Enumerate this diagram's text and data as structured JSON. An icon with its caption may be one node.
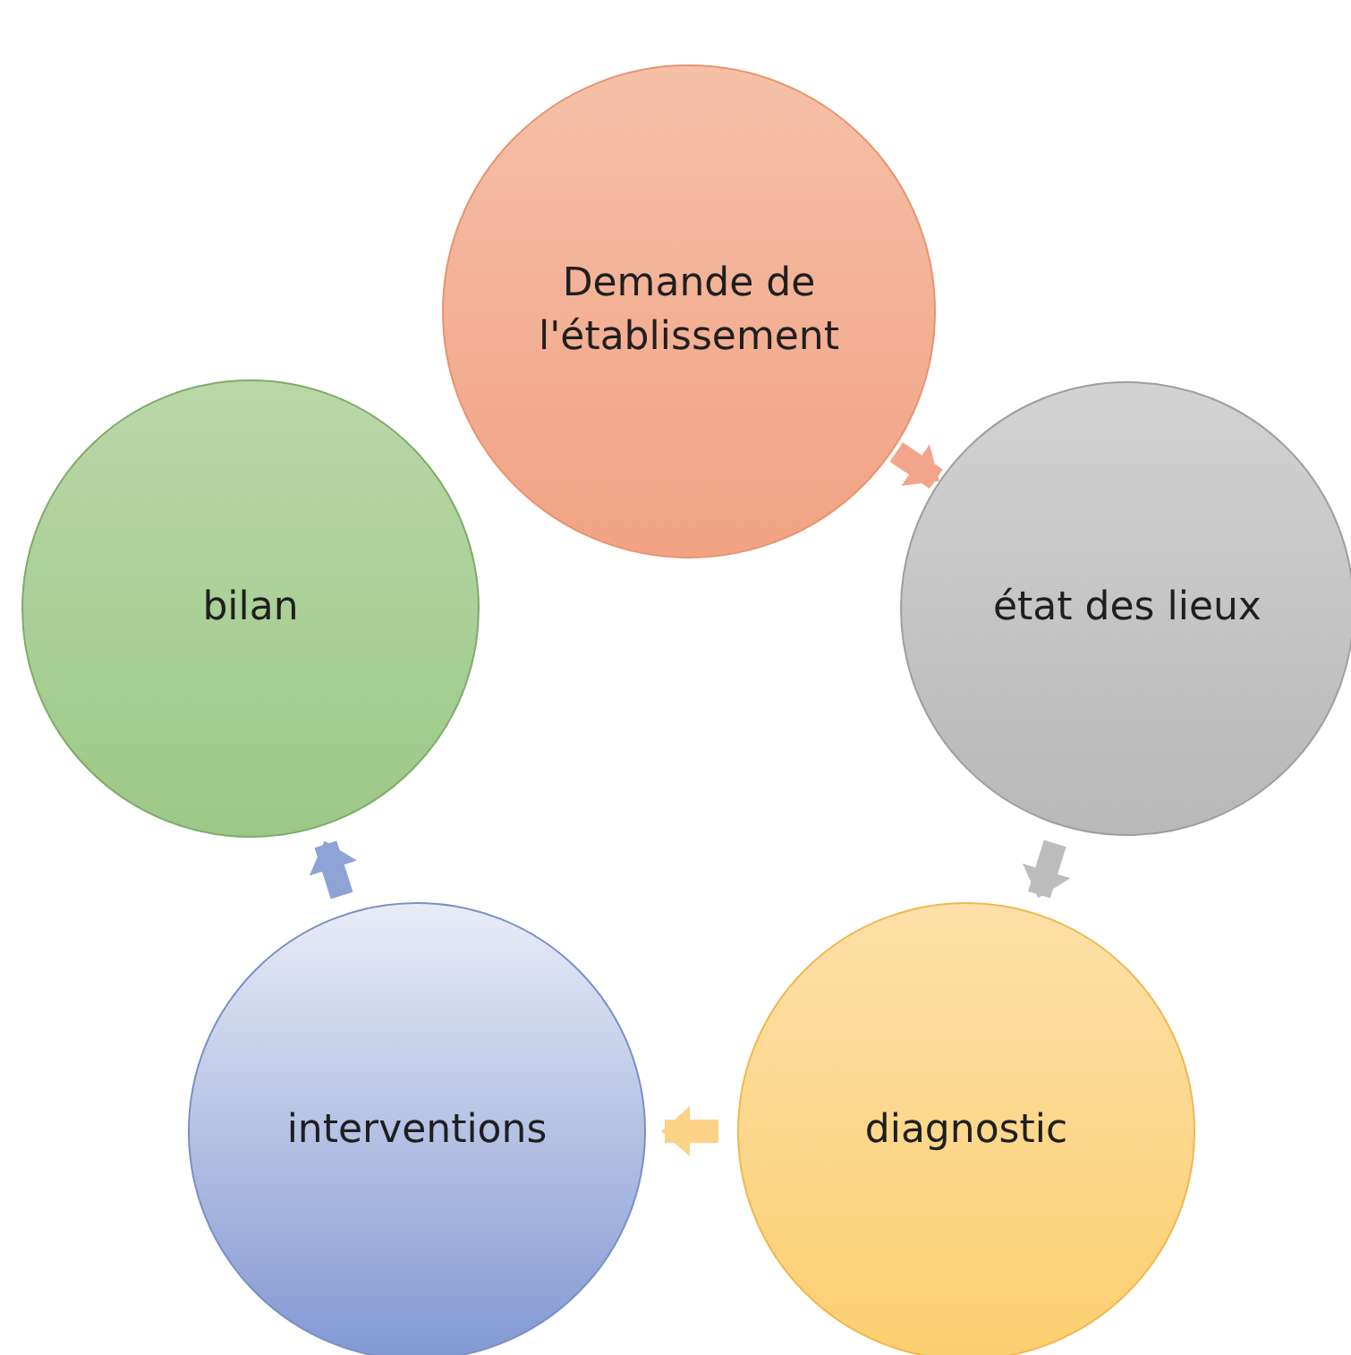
{
  "diagram": {
    "nodes": [
      {
        "text": [
          "Demande de l'établissement"
        ]
      },
      {
        "text": [
          "état des lieux"
        ]
      },
      {
        "text": [
          "diagnostic"
        ]
      },
      {
        "text": [
          "interventions"
        ]
      },
      {
        "text": [
          "bilan"
        ]
      }
    ],
    "edges": [
      {
        "from": 0,
        "to": 1,
        "arrow": "to",
        "color": "#f2a58a"
      },
      {
        "from": 1,
        "to": 2,
        "arrow": "to",
        "color": "#bdbdbd"
      },
      {
        "from": 2,
        "to": 3,
        "arrow": "to",
        "color": "#fcd286"
      },
      {
        "from": 3,
        "to": 4,
        "arrow": "to",
        "color": "#8ea3d6"
      }
    ]
  }
}
